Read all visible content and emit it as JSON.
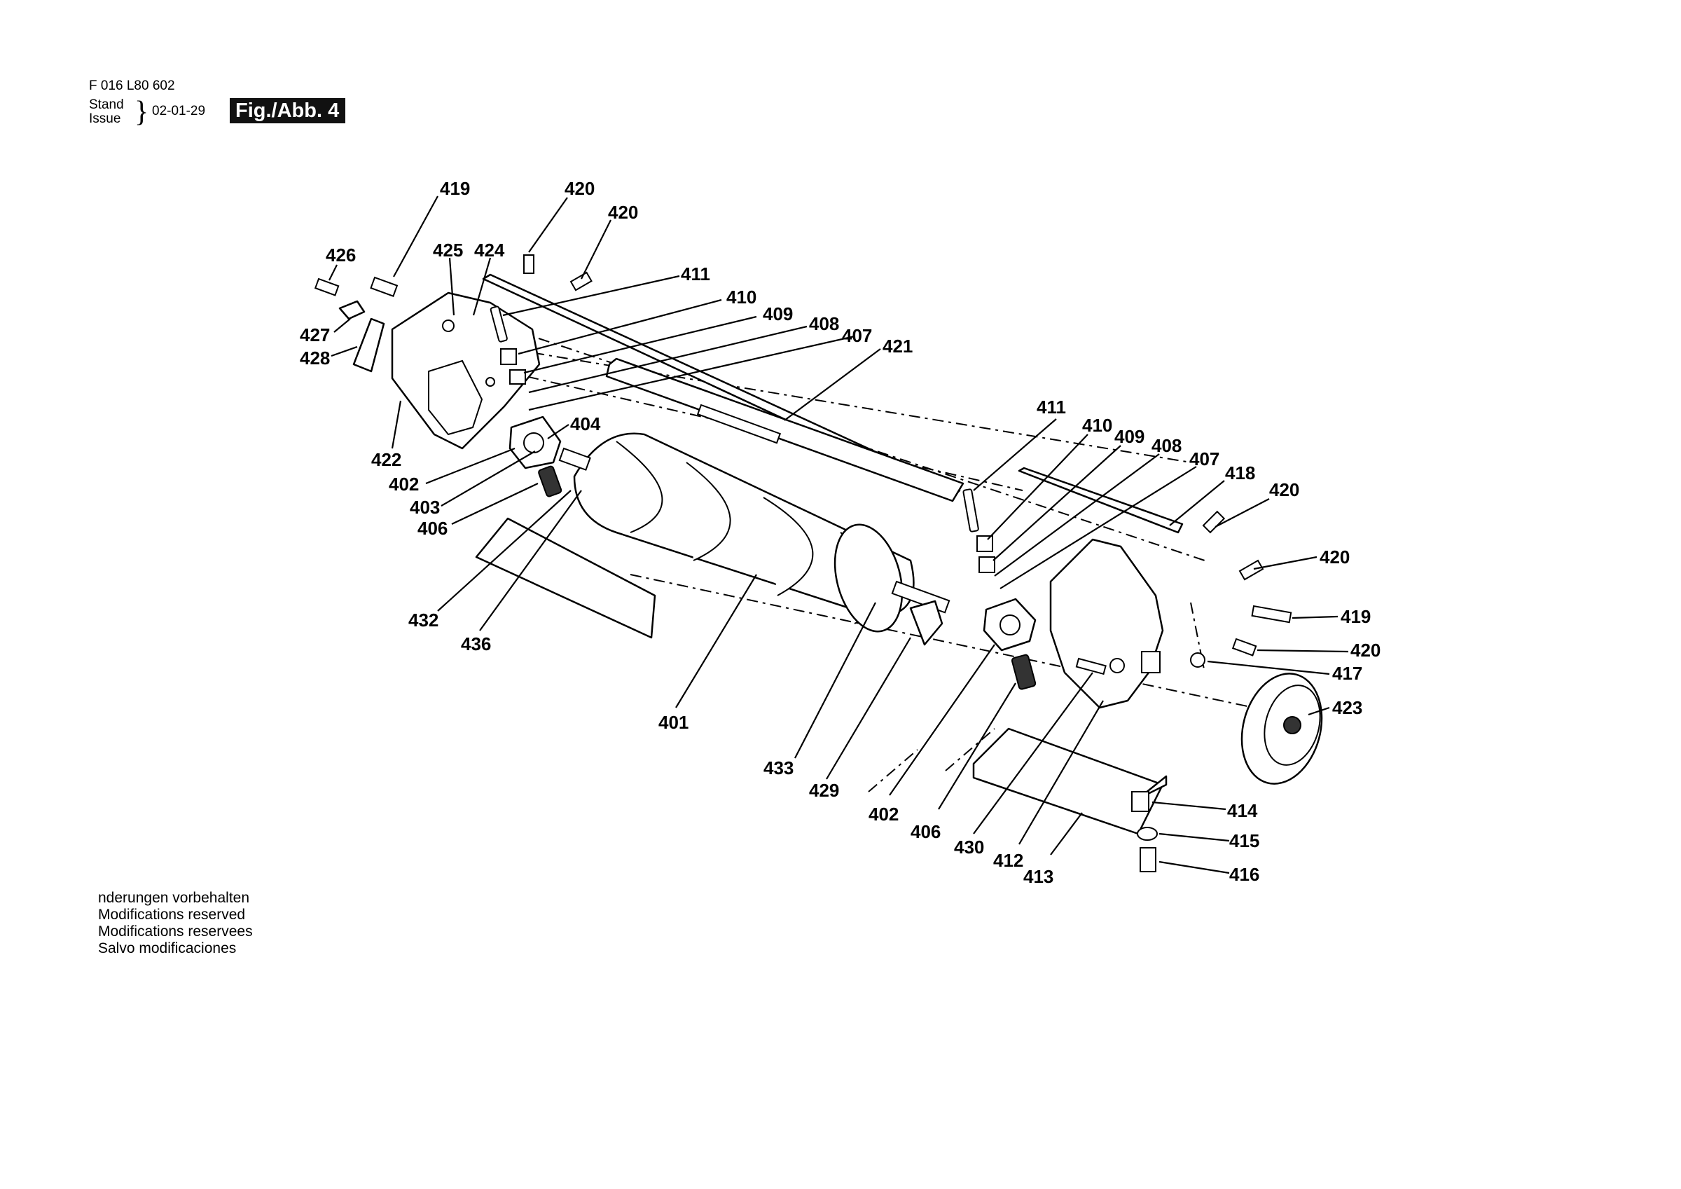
{
  "header": {
    "part_number": "F 016 L80 602",
    "stand_label": "Stand",
    "issue_label": "Issue",
    "brace": "}",
    "date": "02-01-29",
    "figure_label": "Fig./Abb. 4"
  },
  "notice": {
    "lines": [
      "nderungen vorbehalten",
      "Modifications reserved",
      "Modifications reservees",
      "Salvo modificaciones"
    ]
  },
  "callouts": [
    {
      "id": "c-419-top",
      "label": "419"
    },
    {
      "id": "c-420-top1",
      "label": "420"
    },
    {
      "id": "c-420-top2",
      "label": "420"
    },
    {
      "id": "c-426",
      "label": "426"
    },
    {
      "id": "c-425",
      "label": "425"
    },
    {
      "id": "c-424",
      "label": "424"
    },
    {
      "id": "c-411-l",
      "label": "411"
    },
    {
      "id": "c-410-l",
      "label": "410"
    },
    {
      "id": "c-409-l",
      "label": "409"
    },
    {
      "id": "c-408-l",
      "label": "408"
    },
    {
      "id": "c-407-l",
      "label": "407"
    },
    {
      "id": "c-421",
      "label": "421"
    },
    {
      "id": "c-427",
      "label": "427"
    },
    {
      "id": "c-428",
      "label": "428"
    },
    {
      "id": "c-404",
      "label": "404"
    },
    {
      "id": "c-422",
      "label": "422"
    },
    {
      "id": "c-402-l",
      "label": "402"
    },
    {
      "id": "c-403",
      "label": "403"
    },
    {
      "id": "c-406-l",
      "label": "406"
    },
    {
      "id": "c-432",
      "label": "432"
    },
    {
      "id": "c-436",
      "label": "436"
    },
    {
      "id": "c-401",
      "label": "401"
    },
    {
      "id": "c-433",
      "label": "433"
    },
    {
      "id": "c-429",
      "label": "429"
    },
    {
      "id": "c-402-r",
      "label": "402"
    },
    {
      "id": "c-406-r",
      "label": "406"
    },
    {
      "id": "c-430",
      "label": "430"
    },
    {
      "id": "c-412",
      "label": "412"
    },
    {
      "id": "c-413",
      "label": "413"
    },
    {
      "id": "c-411-r",
      "label": "411"
    },
    {
      "id": "c-410-r",
      "label": "410"
    },
    {
      "id": "c-409-r",
      "label": "409"
    },
    {
      "id": "c-408-r",
      "label": "408"
    },
    {
      "id": "c-407-r",
      "label": "407"
    },
    {
      "id": "c-418",
      "label": "418"
    },
    {
      "id": "c-420-r1",
      "label": "420"
    },
    {
      "id": "c-420-r2",
      "label": "420"
    },
    {
      "id": "c-419-r",
      "label": "419"
    },
    {
      "id": "c-420-r3",
      "label": "420"
    },
    {
      "id": "c-417",
      "label": "417"
    },
    {
      "id": "c-423",
      "label": "423"
    },
    {
      "id": "c-414",
      "label": "414"
    },
    {
      "id": "c-415",
      "label": "415"
    },
    {
      "id": "c-416",
      "label": "416"
    }
  ]
}
